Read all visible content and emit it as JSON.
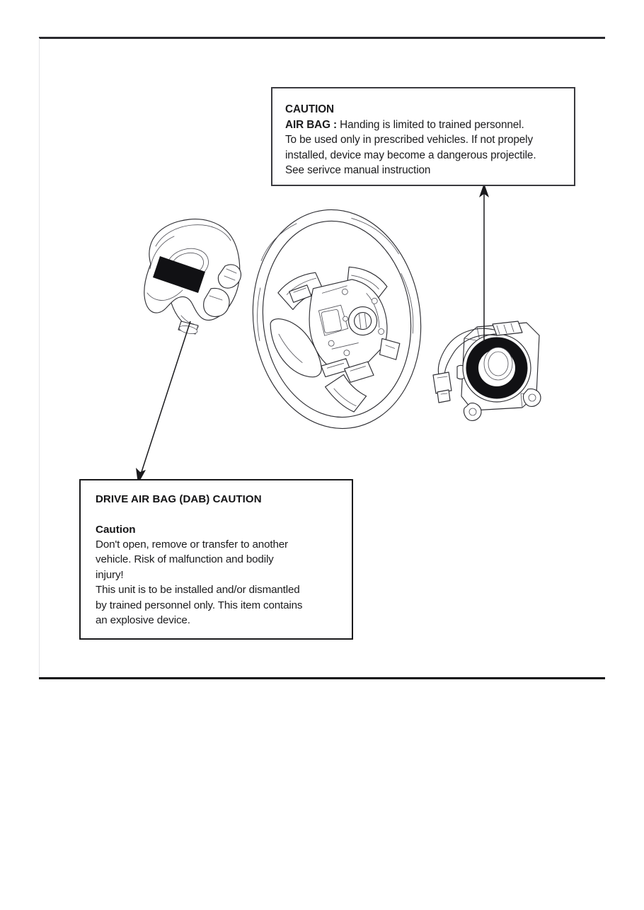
{
  "page": {
    "background": "#ffffff",
    "rule_color": "#1a1a1d",
    "line_color": "#2f2f34"
  },
  "caution_airbag": {
    "title": "CAUTION",
    "label": "AIR BAG :",
    "line1_rest": " Handing is limited to trained personnel.",
    "line2": "To be used only in prescribed vehicles. If not propely",
    "line3": "installed, device may become a dangerous projectile.",
    "line4": "See serivce manual instruction"
  },
  "caution_dab": {
    "title": "DRIVE AIR BAG (DAB) CAUTION",
    "subtitle": "Caution",
    "line1": "Don't open, remove or transfer  to another",
    "line2": "vehicle. Risk of malfunction and bodily",
    "line3": "injury!",
    "line4": "This unit is to be installed and/or dismantled",
    "line5": "by trained personnel only. This item contains",
    "line6": "an explosive device."
  },
  "figures": {
    "airbag_module": "driver-airbag-module",
    "steering_wheel": "steering-wheel-armature",
    "clock_spring": "clock-spring-srs-coil",
    "arrow_to_airbag_caution": "callout-arrow-up",
    "arrow_to_dab_caution": "callout-arrow-down-left"
  }
}
